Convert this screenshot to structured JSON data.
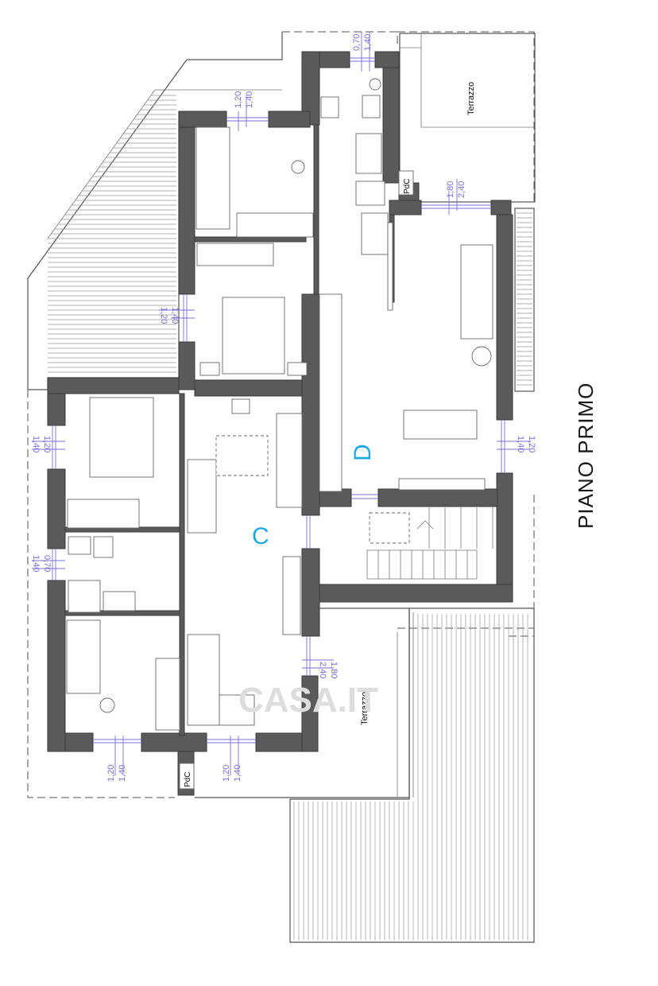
{
  "drawing": {
    "title": "PIANO PRIMO",
    "units": [
      {
        "name": "C",
        "color": "#19a9e0"
      },
      {
        "name": "D",
        "color": "#19a9e0"
      }
    ],
    "terraces": [
      "Terrazzo",
      "Terrazzo"
    ],
    "pdc": [
      "PdC",
      "PdC"
    ],
    "dimensions": {
      "top_window": [
        "1,20",
        "1,40"
      ],
      "top_door": [
        "0,70",
        "1,40"
      ],
      "living_window": [
        "1,80",
        "2,40"
      ],
      "left_window_1": [
        "1,20",
        "1,40"
      ],
      "left_window_2": [
        "1,20",
        "1,40"
      ],
      "left_bath": [
        "0,70",
        "1,40"
      ],
      "right_window_d": [
        "1,20",
        "1,40"
      ],
      "mid_door_c": [
        "1,80",
        "2,40"
      ],
      "bottom_window_1": [
        "1,20",
        "1,40"
      ],
      "bottom_window_2": [
        "1,20",
        "1,40"
      ]
    },
    "watermark": "CASA.IT",
    "colors": {
      "wall": "#5a5a5a",
      "dimension": "#7a6fd6",
      "unit_label": "#19a9e0"
    }
  }
}
